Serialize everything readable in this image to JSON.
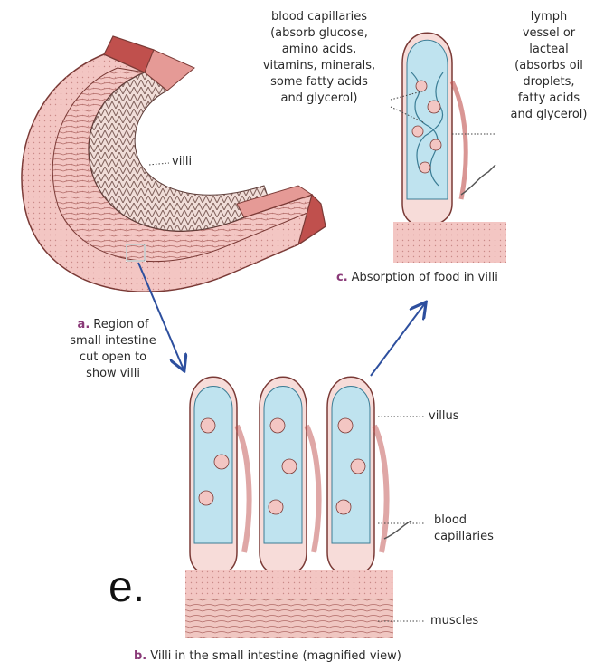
{
  "labels": {
    "blood_capillaries_top": "blood capillaries\n(absorb glucose,\namino acids,\nvitamins, minerals,\nsome fatty acids\nand glycerol)",
    "lymph": "lymph\nvessel or\nlacteal\n(absorbs oil\ndroplets,\nfatty acids\nand glycerol)",
    "villi": "villi",
    "caption_a_letter": "a.",
    "caption_a": "Region of\nsmall intestine\ncut open to\nshow villi",
    "caption_c_letter": "c.",
    "caption_c": "Absorption of food in villi",
    "villus": "villus",
    "blood_capillaries_bottom": "blood\ncapillaries",
    "muscles": "muscles",
    "caption_b_letter": "b.",
    "caption_b": "Villi in the small intestine (magnified view)",
    "stray_char": "e."
  },
  "colors": {
    "wall_pink": "#f3c6c3",
    "wall_red": "#c0504d",
    "capillary_blue": "#8fd0e6",
    "arrow_blue": "#2d4f9e",
    "caption_letter": "#8a3a78"
  }
}
